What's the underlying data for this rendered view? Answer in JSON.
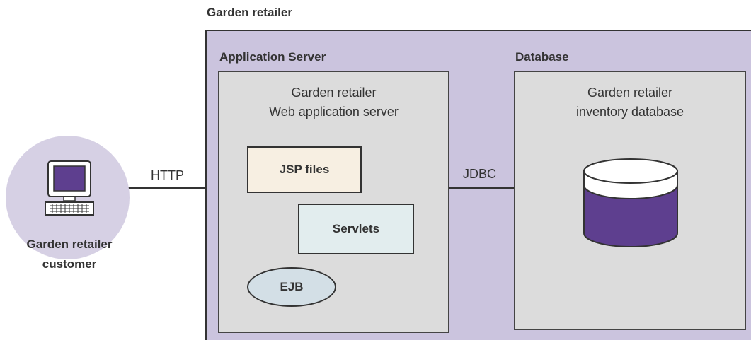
{
  "outer_title": "Garden retailer",
  "app_server": {
    "title": "Application Server",
    "line1": "Garden retailer",
    "line2": "Web application server",
    "jsp": "JSP files",
    "servlets": "Servlets",
    "ejb": "EJB"
  },
  "database": {
    "title": "Database",
    "line1": "Garden retailer",
    "line2": "inventory database"
  },
  "customer": {
    "line1": "Garden retailer",
    "line2": "customer"
  },
  "connections": {
    "http": "HTTP",
    "jdbc": "JDBC"
  },
  "colors": {
    "purple": "#5e3f8f",
    "region_lavender": "#cbc4de",
    "panel_gray": "#dcdcdc",
    "customer_circle": "#d6d0e4",
    "jsp_fill": "#f7efe2",
    "servlets_fill": "#e2edee",
    "ejb_fill": "#d3dfe6"
  }
}
